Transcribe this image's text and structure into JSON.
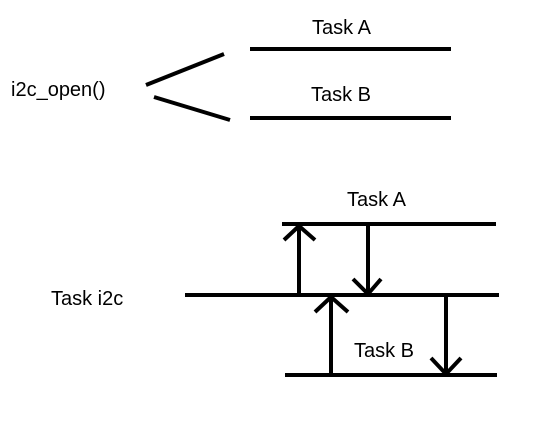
{
  "top": {
    "function_label": "i2c_open()",
    "task_a_label": "Task A",
    "task_b_label": "Task B"
  },
  "bottom": {
    "task_a_label": "Task A",
    "task_i2c_label": "Task i2c",
    "task_b_label": "Task B"
  },
  "colors": {
    "line": "#000000",
    "background": "#ffffff"
  }
}
